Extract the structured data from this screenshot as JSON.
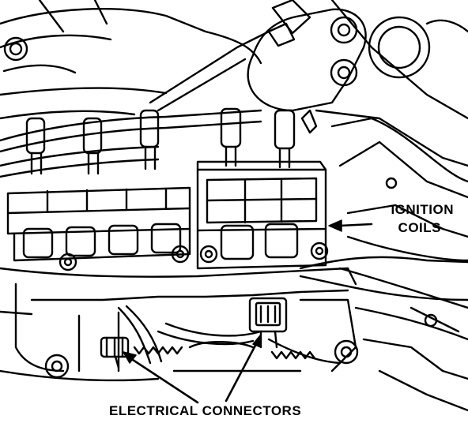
{
  "labels": {
    "ignition_line1": "IGNITION",
    "ignition_line2": "COILS",
    "electrical_connectors": "ELECTRICAL CONNECTORS"
  },
  "colors": {
    "ink": "#000000",
    "paper": "#ffffff"
  }
}
